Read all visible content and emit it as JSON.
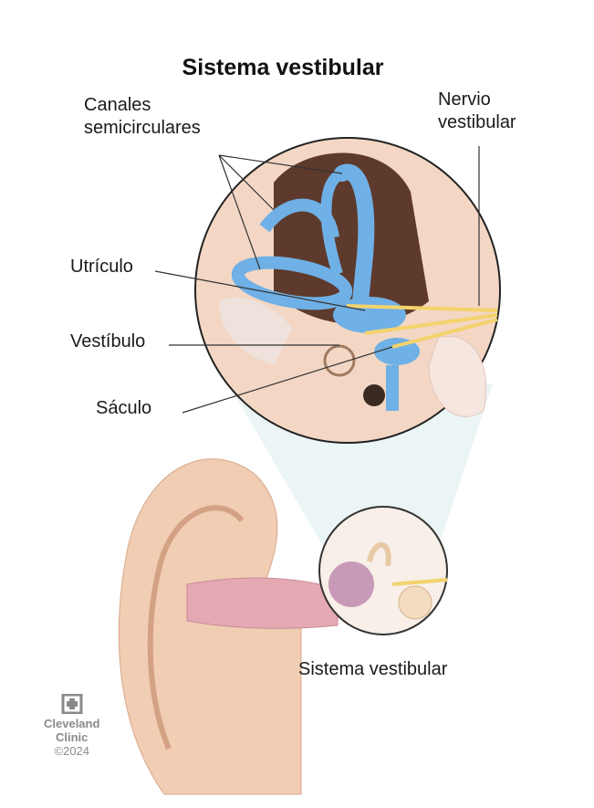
{
  "title": "Sistema vestibular",
  "labels": {
    "canals_line1": "Canales",
    "canals_line2": "semicirculares",
    "nerve_line1": "Nervio",
    "nerve_line2": "vestibular",
    "utricle": "Utrículo",
    "vestibule": "Vestíbulo",
    "saccule": "Sáculo",
    "inset": "Sistema vestibular"
  },
  "logo": {
    "line1": "Cleveland",
    "line2": "Clinic",
    "copyright": "©2024"
  },
  "colors": {
    "canal_blue": "#6fb0e6",
    "nerve_yellow": "#f3d36b",
    "skin": "#f0cdb3",
    "canal_pink": "#d9a3b0"
  }
}
